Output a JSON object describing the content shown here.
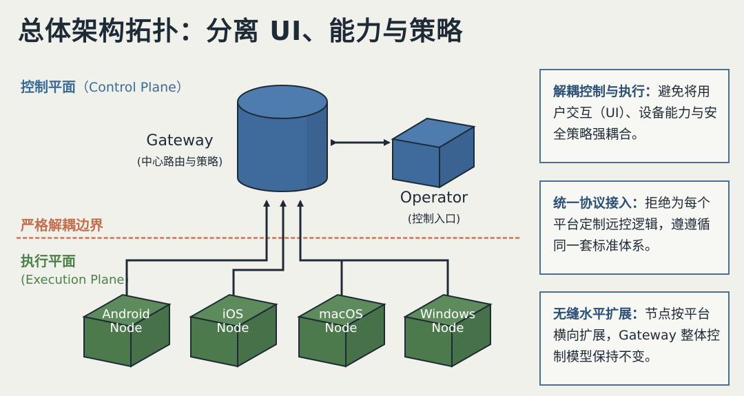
{
  "title": "总体架构拓扑：分离 UI、能力与策略",
  "zones": {
    "control": {
      "cn": "控制平面",
      "en": "（Control Plane）"
    },
    "boundary": "严格解耦边界",
    "execution": {
      "cn": "执行平面",
      "en": "(Execution Plane)"
    }
  },
  "gateway": {
    "name": "Gateway",
    "sub": "(中心路由与策略)"
  },
  "operator": {
    "name": "Operator",
    "sub": "(控制入口)"
  },
  "nodes": [
    {
      "line1": "Android",
      "line2": "Node"
    },
    {
      "line1": "iOS",
      "line2": "Node"
    },
    {
      "line1": "macOS",
      "line2": "Node"
    },
    {
      "line1": "Windows",
      "line2": "Node"
    }
  ],
  "cards": [
    {
      "head": "解耦控制与执行：",
      "body": "避免将用户交互（UI）、设备能力与安全策略强耦合。"
    },
    {
      "head": "统一协议接入：",
      "body": "拒绝为每个平台定制远控逻辑，遵遵循同一套标准体系。"
    },
    {
      "head": "无缝水平扩展：",
      "body": "节点按平台横向扩展，Gateway 整体控制模型保持不变。"
    }
  ],
  "colors": {
    "control_blue": "#3e6a9c",
    "execution_green": "#4d7a4c",
    "boundary_orange": "#c98a70",
    "line_dark": "#1e2a36"
  },
  "icons": [
    "gateway-cylinder-icon",
    "operator-cube-icon",
    "node-cube-icon"
  ]
}
